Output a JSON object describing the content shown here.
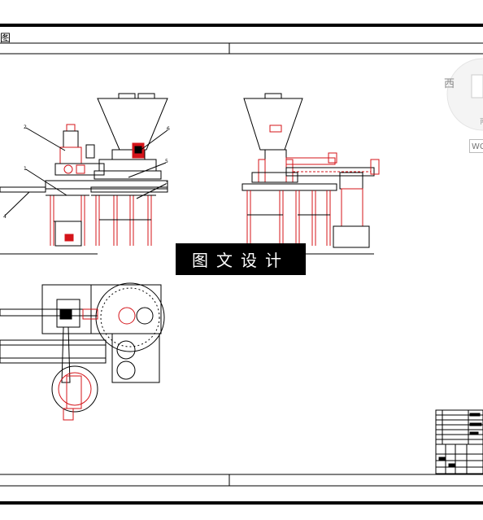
{
  "viewport": {
    "tab_fragment": "图",
    "compass_west": "西",
    "wcs_label": "WCS"
  },
  "drawing": {
    "watermark_text": "图文设计",
    "callouts": [
      "1",
      "2",
      "3",
      "4",
      "5",
      "6"
    ]
  },
  "colors": {
    "line": "#000000",
    "accent": "#d4141a",
    "background": "#ffffff"
  }
}
